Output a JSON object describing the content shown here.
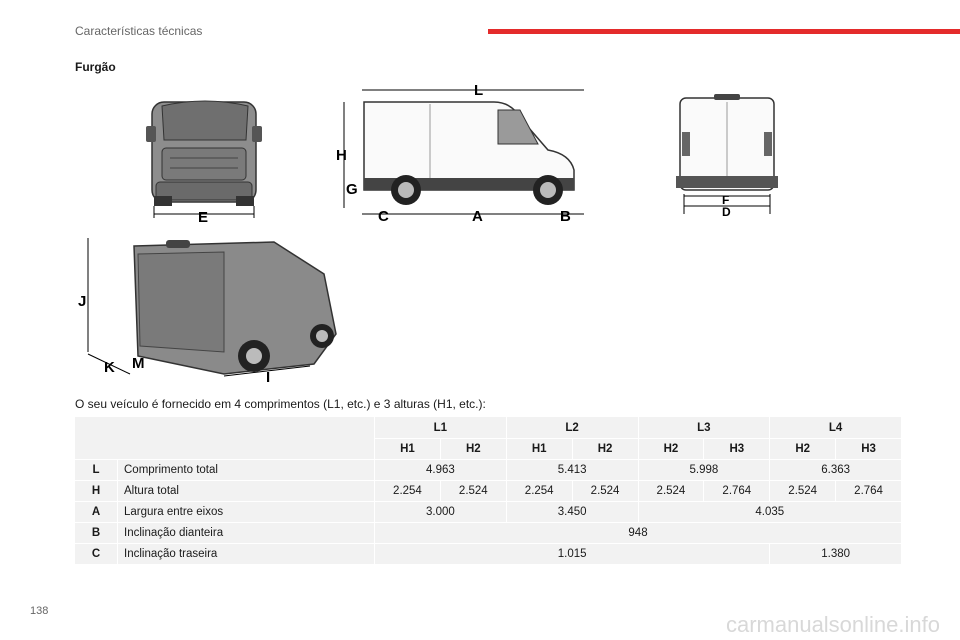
{
  "header": {
    "section": "Características técnicas"
  },
  "title": "Furgão",
  "figure_labels": {
    "front": [
      "E"
    ],
    "side": [
      "L",
      "H",
      "G",
      "C",
      "A",
      "B"
    ],
    "rear": [
      "F",
      "D"
    ],
    "interior": [
      "J",
      "K",
      "M",
      "I"
    ]
  },
  "intro": "O seu veículo é fornecido em 4 comprimentos (L1, etc.) e 3 alturas (H1, etc.):",
  "table": {
    "lengths": [
      "L1",
      "L2",
      "L3",
      "L4"
    ],
    "heights": [
      "H1",
      "H2",
      "H1",
      "H2",
      "H2",
      "H3",
      "H2",
      "H3"
    ],
    "rows": {
      "L": {
        "code": "L",
        "label": "Comprimento total",
        "values": [
          "4.963",
          "5.413",
          "5.998",
          "6.363"
        ]
      },
      "H": {
        "code": "H",
        "label": "Altura total",
        "values": [
          "2.254",
          "2.524",
          "2.254",
          "2.524",
          "2.524",
          "2.764",
          "2.524",
          "2.764"
        ]
      },
      "A": {
        "code": "A",
        "label": "Largura entre eixos",
        "values": [
          "3.000",
          "3.450",
          "4.035"
        ]
      },
      "B": {
        "code": "B",
        "label": "Inclinação dianteira",
        "values": [
          "948"
        ]
      },
      "C": {
        "code": "C",
        "label": "Inclinação traseira",
        "values": [
          "1.015",
          "1.380"
        ]
      }
    }
  },
  "page_number": "138",
  "watermark": "carmanualsonline.info",
  "colors": {
    "accent": "#e42b2b",
    "table_bg": "#f2f2f2"
  }
}
